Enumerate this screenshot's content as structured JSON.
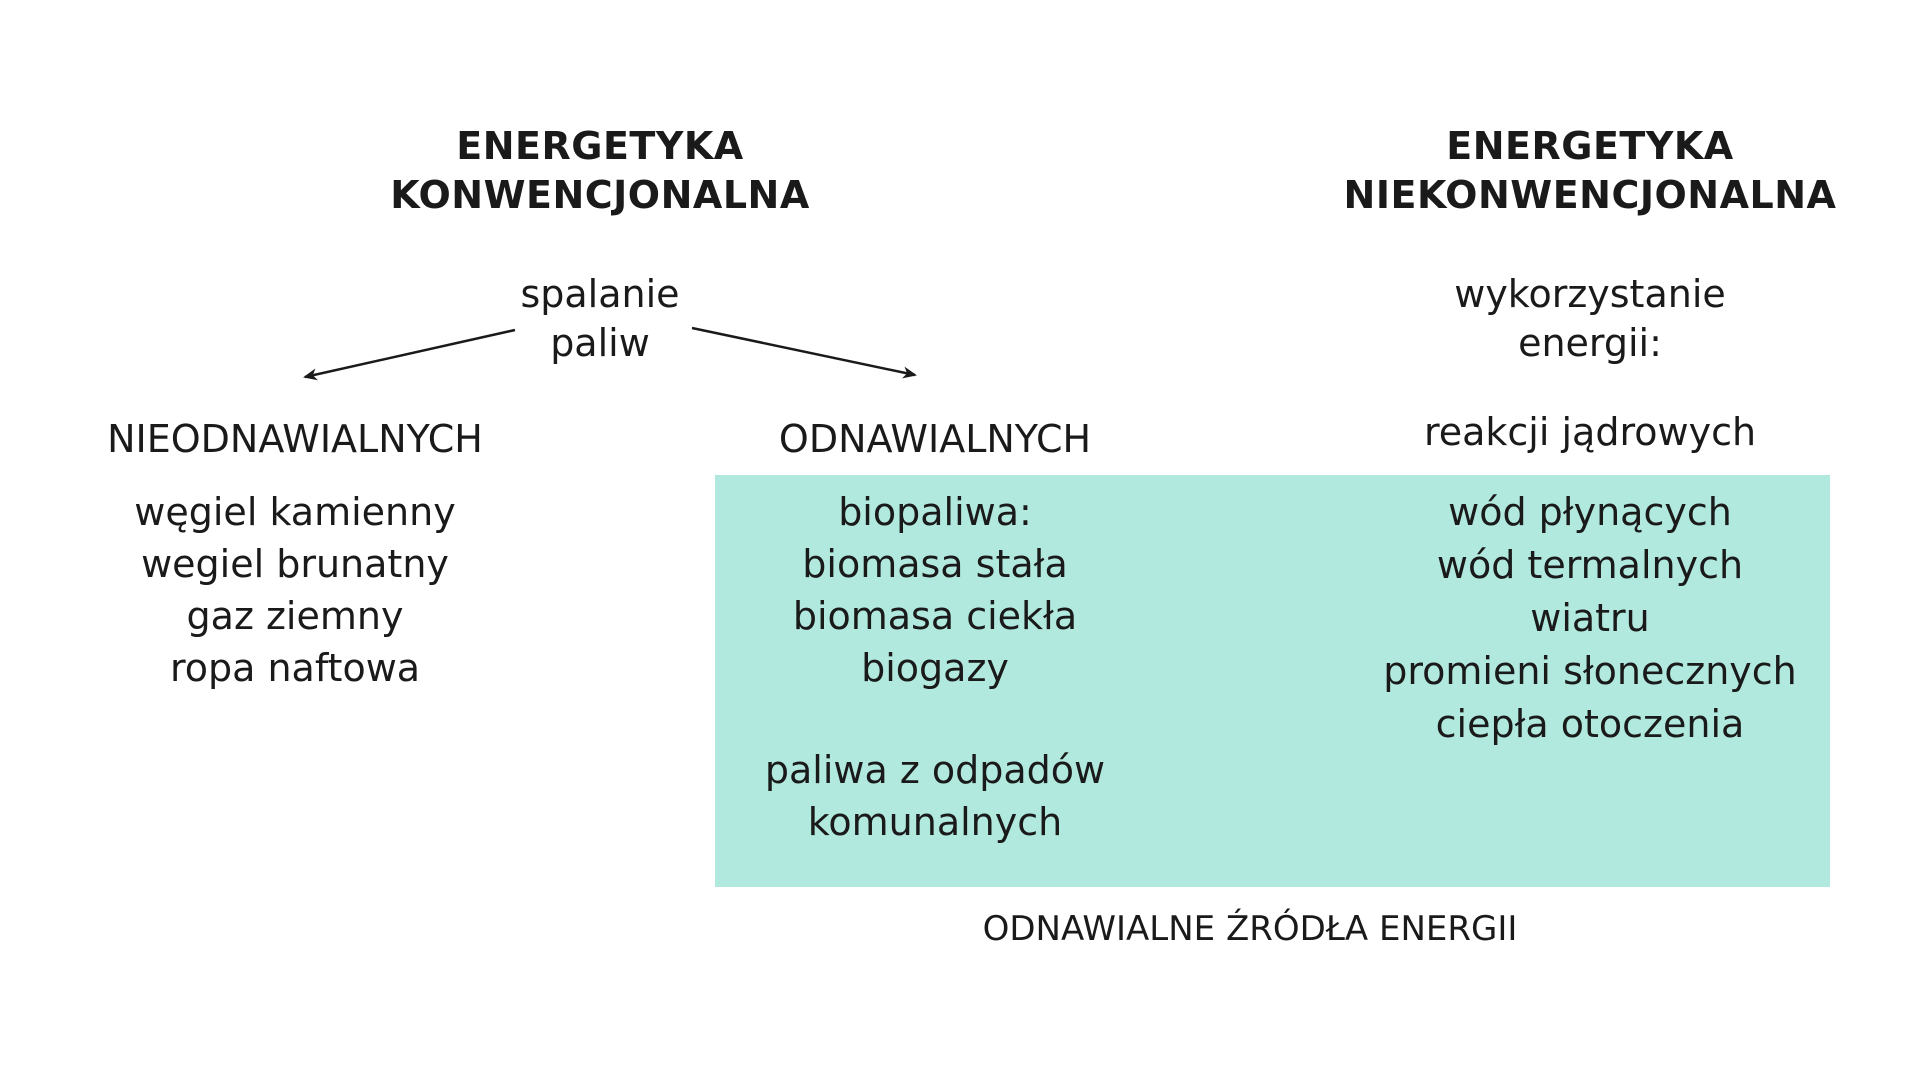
{
  "conventional": {
    "title_line1": "ENERGETYKA",
    "title_line2": "KONWENCJONALNA",
    "process_line1": "spalanie",
    "process_line2": "paliw",
    "nonrenewable": {
      "heading": "NIEODNAWIALNYCH",
      "items": [
        "węgiel kamienny",
        "wegiel brunatny",
        "gaz ziemny",
        "ropa naftowa"
      ]
    },
    "renewable": {
      "heading": "ODNAWIALNYCH",
      "items": [
        "biopaliwa:",
        "biomasa stała",
        "biomasa ciekła",
        "biogazy"
      ],
      "waste_line1": "paliwa z odpadów",
      "waste_line2": "komunalnych"
    }
  },
  "unconventional": {
    "title_line1": "ENERGETYKA",
    "title_line2": "NIEKONWENCJONALNA",
    "process_line1": "wykorzystanie",
    "process_line2": "energii:",
    "nuclear": "reakcji jądrowych",
    "items": [
      "wód płynących",
      "wód termalnych",
      "wiatru",
      "promieni słonecznych",
      "ciepła otoczenia"
    ]
  },
  "renewable_sources_label": "ODNAWIALNE ŹRÓDŁA ENERGII",
  "colors": {
    "highlight": "#b1e9df",
    "text": "#1a1a1a",
    "arrow": "#1a1a1a"
  }
}
